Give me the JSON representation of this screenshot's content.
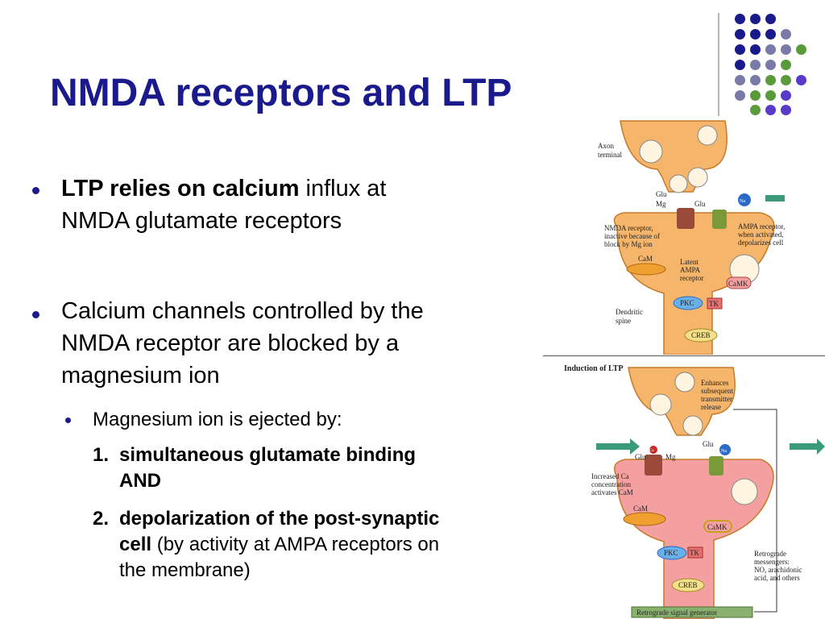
{
  "title": "NMDA receptors and LTP",
  "bullets": {
    "b1_bold": "LTP relies on calcium",
    "b1_rest_line1": " influx at",
    "b1_line2": "NMDA glutamate receptors",
    "b2_line1": "Calcium channels controlled by the",
    "b2_line2": "NMDA receptor are blocked by a",
    "b2_line3": "magnesium ion",
    "sub1": "Magnesium ion is ejected by:",
    "item1_num": "1.",
    "item1_line1": "simultaneous glutamate binding",
    "item1_line2": "AND",
    "item2_num": "2.",
    "item2_bold_line1": "depolarization of the post-synaptic",
    "item2_bold_line2": "cell",
    "item2_rest_line2": " (by activity at AMPA receptors on",
    "item2_line3": "the membrane)"
  },
  "figure_top": {
    "axon_terminal": [
      "Axon",
      "terminal"
    ],
    "glu": "Glu",
    "mg": "Mg",
    "glu2": "Glu",
    "na": "Na",
    "nmda_label": [
      "NMDA receptor,",
      "inactive because of",
      "block by Mg ion"
    ],
    "ampa_label": [
      "AMPA receptor,",
      "when activated,",
      "depolarizes cell"
    ],
    "cam": "CaM",
    "latent_ampa": [
      "Latent",
      "AMPA",
      "receptor"
    ],
    "camk": "CaMK",
    "pkc": "PKC",
    "tk": "TK",
    "dendritic_spine": [
      "Dendritic",
      "spine"
    ],
    "creb": "CREB"
  },
  "figure_bottom": {
    "heading": "Induction of LTP",
    "enhances": [
      "Enhances",
      "subsequent",
      "transmitter",
      "release"
    ],
    "glu_left": "Glu",
    "glu_right": "Glu",
    "mg": "Mg",
    "ca": "Ca",
    "na": "Na",
    "increased": [
      "Increased Ca",
      "concentration",
      "activates CaM"
    ],
    "cam": "CaM",
    "camk": "CaMK",
    "pkc": "PKC",
    "tk": "TK",
    "creb": "CREB",
    "retrograde": [
      "Retrograde",
      "messengers:",
      "NO, arachidonic",
      "acid, and others"
    ],
    "generator": "Retrograde signal generator"
  },
  "colors": {
    "title": "#1a1a8c",
    "dot_navy": "#1a1a8c",
    "dot_gray": "#7a7aa8",
    "dot_green": "#5a9a3a",
    "dot_purple": "#5a3ac8",
    "cell_orange": "#f5b56a",
    "cell_pink": "#f4a0a0",
    "arrow_green": "#3a9a7a"
  }
}
